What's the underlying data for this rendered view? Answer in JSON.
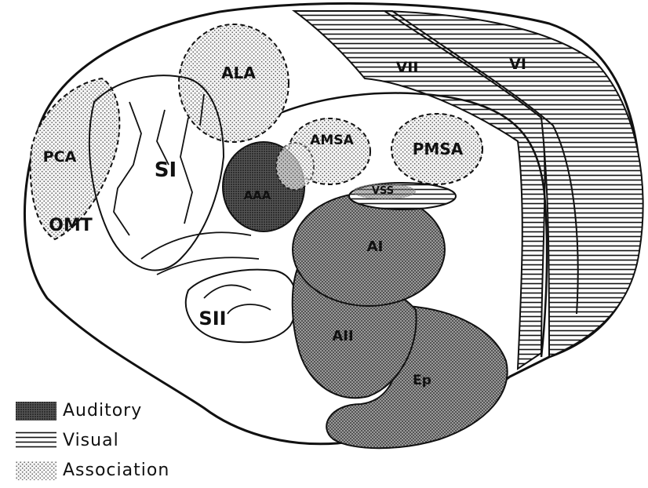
{
  "regions": {
    "ala": "ALA",
    "amsa": "AMSA",
    "pmsa": "PMSA",
    "pca": "PCA",
    "omt": "OMT",
    "si": "SI",
    "sii": "SII",
    "aaa": "AAA",
    "vss": "VSS",
    "ai": "AI",
    "aii": "AII",
    "ep": "Ep",
    "vii": "VII",
    "vi": "VI"
  },
  "legend": {
    "auditory": "Auditory",
    "visual": "Visual",
    "association": "Association"
  },
  "colors": {
    "ink": "#111111",
    "background": "#ffffff"
  }
}
